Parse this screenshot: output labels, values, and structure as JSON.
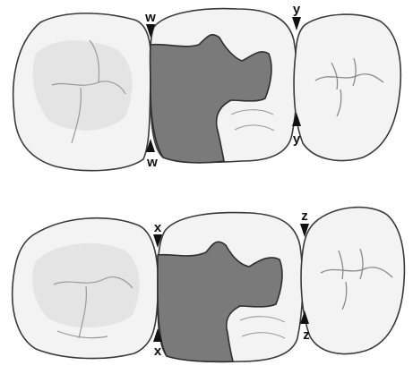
{
  "figure": {
    "colors": {
      "tooth_fill": "#f3f3f3",
      "tooth_shade": "#dcdcdc",
      "tooth_outline": "#3a3a3a",
      "preparation": "#7a7a7a",
      "preparation_outline": "#2f2f2f",
      "marker": "#111111"
    },
    "top_row": {
      "marker_left": "w",
      "marker_left_bottom": "w",
      "marker_right": "y",
      "marker_right_bottom": "y"
    },
    "bottom_row": {
      "marker_left": "x",
      "marker_left_bottom": "x",
      "marker_right": "z",
      "marker_right_bottom": "z"
    }
  }
}
